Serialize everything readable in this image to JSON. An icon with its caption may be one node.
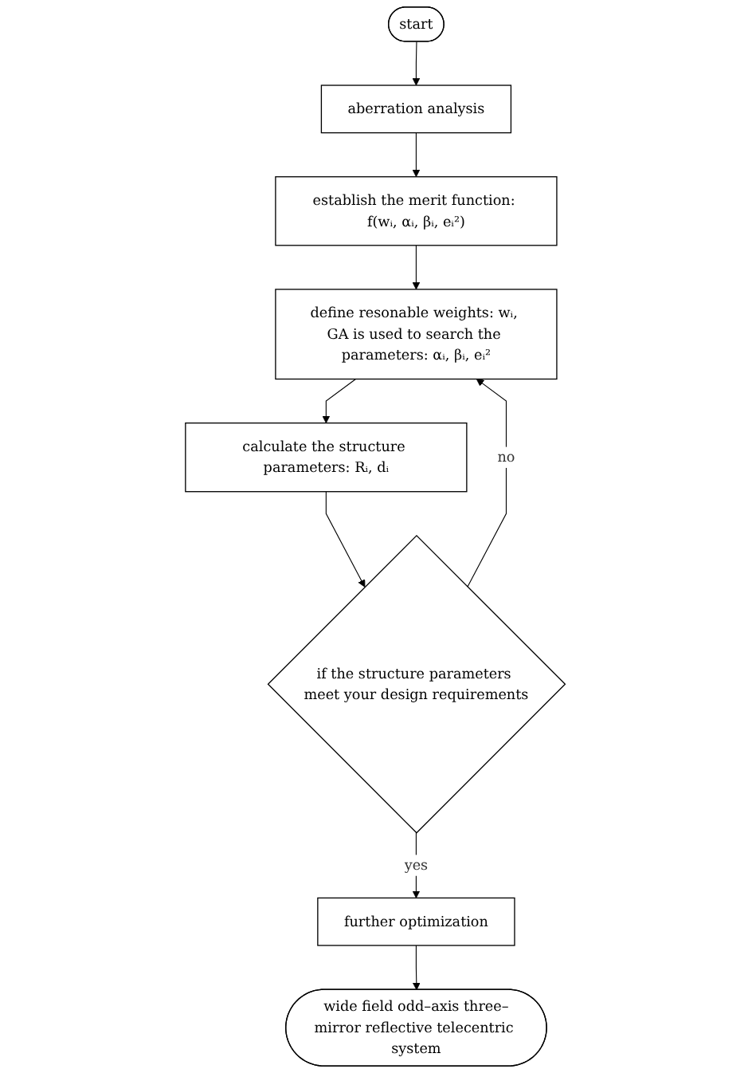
{
  "diagram": {
    "nodes": [
      {
        "text": [
          "start"
        ]
      },
      {
        "text": [
          "aberration analysis"
        ]
      },
      {
        "text": [
          "establish the merit function: f(wᵢ, αᵢ, βᵢ, eᵢ²)"
        ]
      },
      {
        "text": [
          "define resonable weights: wᵢ, GA is used to search the parameters: αᵢ, βᵢ, eᵢ²"
        ]
      },
      {
        "text": [
          "calculate the structure parameters: Rᵢ, dᵢ"
        ]
      },
      {
        "text": [
          "if the structure parameters meet your design requirements"
        ]
      },
      {
        "text": [
          "further optimization"
        ]
      },
      {
        "text": [
          "wide field odd–axis three–mirror reflective telecentric system"
        ]
      }
    ],
    "edges": [
      {
        "from": 0,
        "to": 1,
        "arrow": "to"
      },
      {
        "from": 1,
        "to": 2,
        "arrow": "to"
      },
      {
        "from": 2,
        "to": 3,
        "arrow": "to"
      },
      {
        "from": 3,
        "to": 4,
        "arrow": "to"
      },
      {
        "from": 4,
        "to": 5,
        "arrow": "to"
      },
      {
        "from": 5,
        "to": 3,
        "label": "no",
        "arrow": "to"
      },
      {
        "from": 5,
        "to": 6,
        "label": "yes",
        "arrow": "to"
      },
      {
        "from": 6,
        "to": 7,
        "arrow": "to"
      }
    ]
  }
}
